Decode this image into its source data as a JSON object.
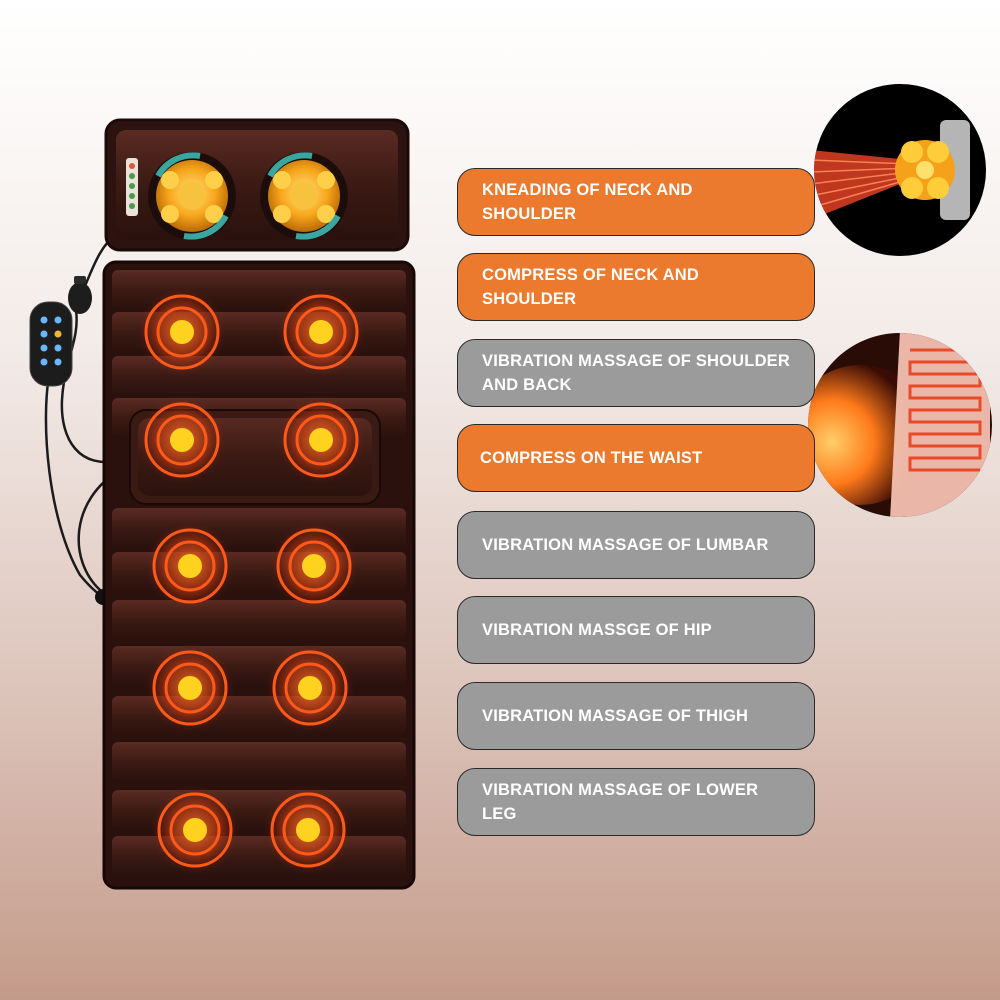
{
  "colors": {
    "orange": "#ec7a2e",
    "gray": "#9b9b9b",
    "mat_brown": "#3e1d17",
    "node_glow": "#ff5a1a",
    "node_core": "#ffd21f"
  },
  "features": [
    {
      "label": "KNEADING OF NECK AND SHOULDER",
      "style": "orange"
    },
    {
      "label": "COMPRESS OF NECK AND SHOULDER",
      "style": "orange"
    },
    {
      "label": "VIBRATION MASSAGE OF SHOULDER AND BACK",
      "style": "gray"
    },
    {
      "label": "COMPRESS ON THE WAIST",
      "style": "orange"
    },
    {
      "label": "VIBRATION MASSAGE OF LUMBAR",
      "style": "gray"
    },
    {
      "label": "VIBRATION MASSGE OF HIP",
      "style": "gray"
    },
    {
      "label": "VIBRATION MASSAGE OF THIGH",
      "style": "gray"
    },
    {
      "label": "VIBRATION MASSAGE OF LOWER LEG",
      "style": "gray"
    }
  ],
  "icons": {
    "massage_mat": "massage-mat-image",
    "remote": "remote-control-icon",
    "kneading_head": "kneading-head-icon",
    "heating_pad": "heating-pad-icon"
  }
}
